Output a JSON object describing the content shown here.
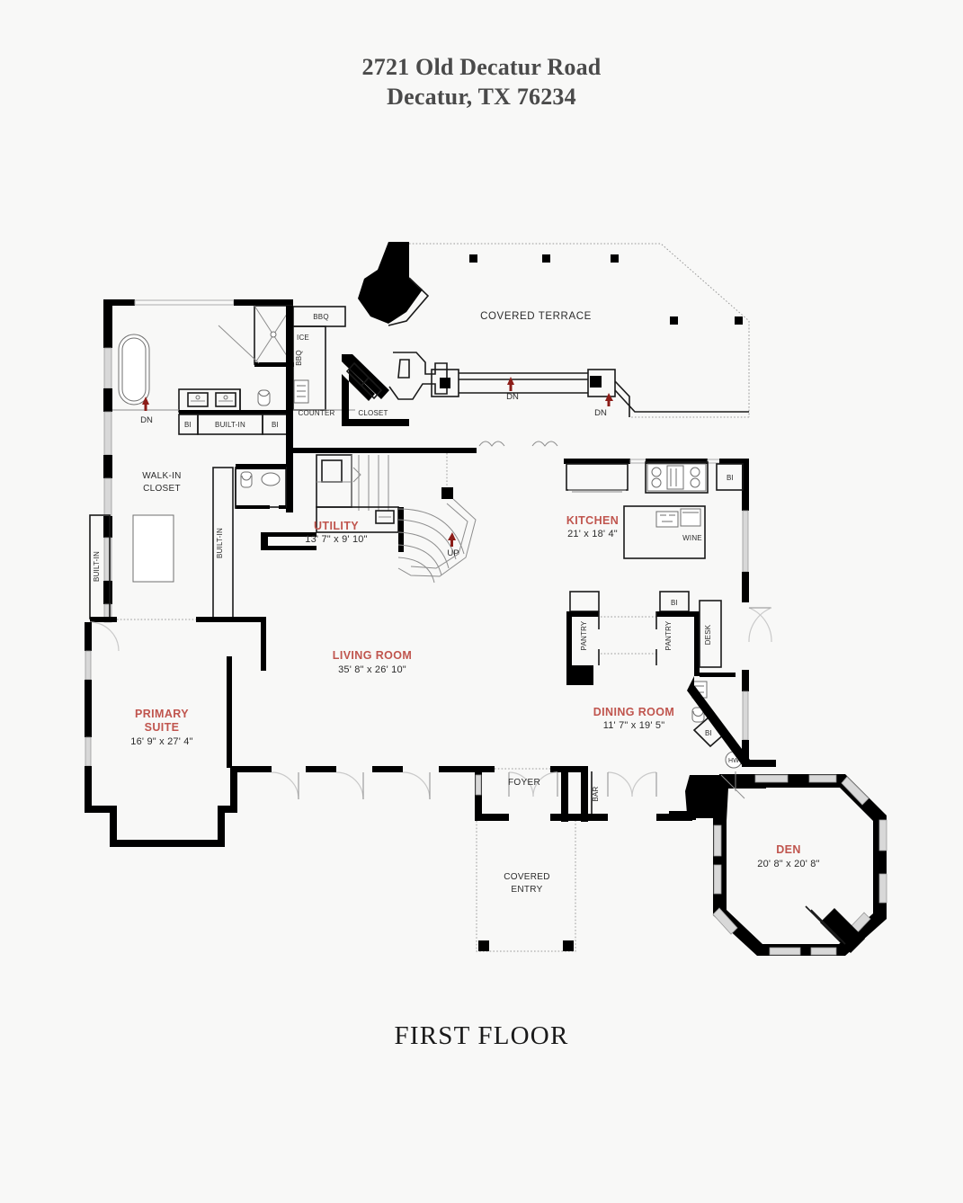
{
  "document": {
    "heading_line1": "2721 Old Decatur Road",
    "heading_line2": "Decatur, TX 76234",
    "footer_caption": "FIRST FLOOR"
  },
  "colors": {
    "page_background": "#f8f8f7",
    "room_name": "#c0554e",
    "room_dimension": "#2b2b2b",
    "wall": "#000000",
    "heading": "#4a4a4a",
    "direction_arrow": "#8c1d18"
  },
  "floor_plan": {
    "level": "FIRST FLOOR",
    "rooms": [
      {
        "name": "PRIMARY SUITE",
        "name_line1": "PRIMARY",
        "name_line2": "SUITE",
        "dimensions": "16' 9\" x 27' 4\""
      },
      {
        "name": "LIVING ROOM",
        "name_line1": "LIVING ROOM",
        "name_line2": "",
        "dimensions": "35' 8\" x 26' 10\""
      },
      {
        "name": "KITCHEN",
        "name_line1": "KITCHEN",
        "name_line2": "",
        "dimensions": "21' x 18' 4\""
      },
      {
        "name": "DINING ROOM",
        "name_line1": "DINING ROOM",
        "name_line2": "",
        "dimensions": "11' 7\" x 19' 5\""
      },
      {
        "name": "UTILITY",
        "name_line1": "UTILITY",
        "name_line2": "",
        "dimensions": "13' 7\" x 9' 10\""
      },
      {
        "name": "DEN",
        "name_line1": "DEN",
        "name_line2": "",
        "dimensions": "20' 8\" x 20' 8\""
      }
    ],
    "unlabeled_spaces": [
      {
        "label_line1": "COVERED TERRACE",
        "label_line2": ""
      },
      {
        "label_line1": "WALK-IN",
        "label_line2": "CLOSET"
      },
      {
        "label_line1": "COVERED",
        "label_line2": "ENTRY"
      },
      {
        "label_line1": "FOYER",
        "label_line2": ""
      }
    ],
    "feature_labels": {
      "bbq_top": "BBQ",
      "bbq_vertical": "BBQ",
      "ice": "ICE",
      "counter": "COUNTER",
      "closet": "CLOSET",
      "built_in_main": "BUILT-IN",
      "bi_left": "BI",
      "bi_right": "BI",
      "built_in_vert_left": "BUILT-IN",
      "built_in_vert_right": "BUILT-IN",
      "walk_in_closet_l1": "WALK-IN",
      "walk_in_closet_l2": "CLOSET",
      "covered_terrace": "COVERED TERRACE",
      "kitchen_bi": "BI",
      "wine": "WINE",
      "pantry_left": "PANTRY",
      "pantry_right": "PANTRY",
      "pantry_bi": "BI",
      "desk": "DESK",
      "powder_bi": "BI",
      "hot_water": "HW",
      "foyer": "FOYER",
      "bar": "BAR",
      "covered_entry_l1": "COVERED",
      "covered_entry_l2": "ENTRY"
    },
    "stair_markers": [
      {
        "label": "DN",
        "location": "primary-bath-left"
      },
      {
        "label": "DN",
        "location": "terrace-center"
      },
      {
        "label": "DN",
        "location": "terrace-right"
      },
      {
        "label": "UP",
        "location": "main-stair"
      }
    ]
  }
}
